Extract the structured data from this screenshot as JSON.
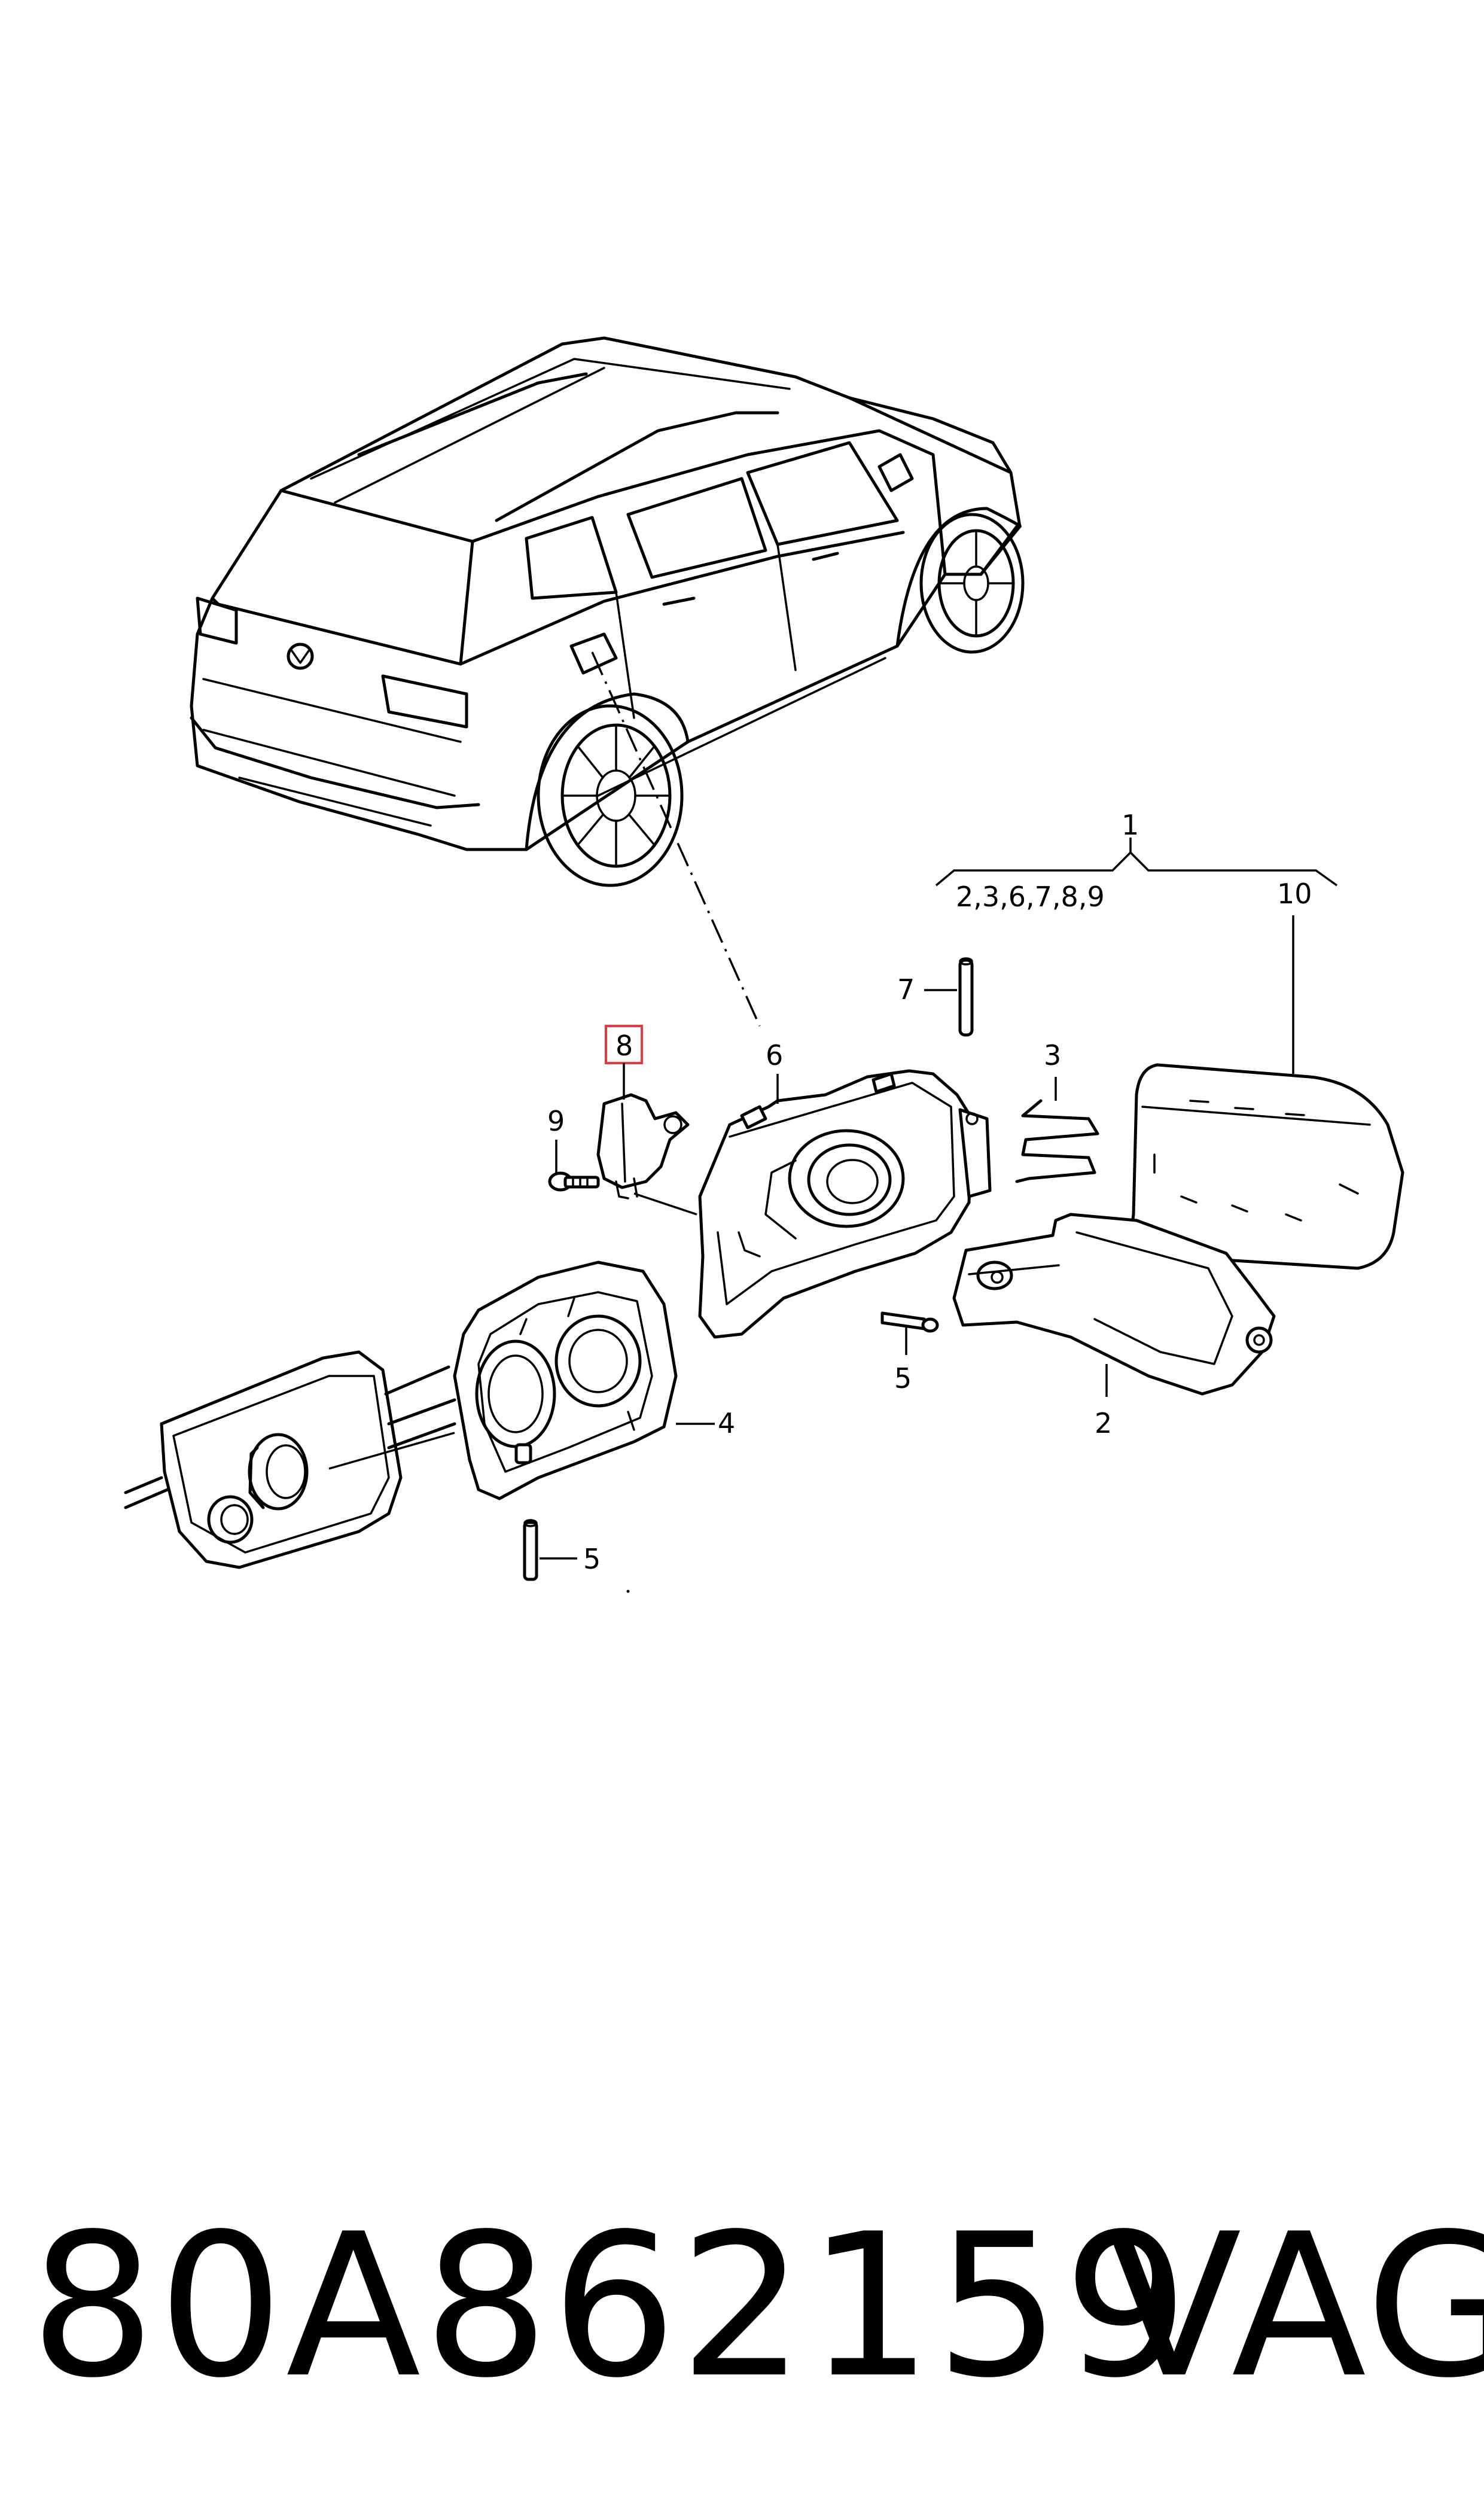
{
  "callouts": {
    "c1": "1",
    "c1_group": "2,3,6,7,8,9",
    "c2": "2",
    "c3": "3",
    "c4": "4",
    "c5a": "5",
    "c5b": "5",
    "c6": "6",
    "c7": "7",
    "c8": "8",
    "c9": "9",
    "c10": "10"
  },
  "highlight_color": "#e8393f",
  "footer": {
    "part_number": "80A862159",
    "brand": "VAG"
  }
}
